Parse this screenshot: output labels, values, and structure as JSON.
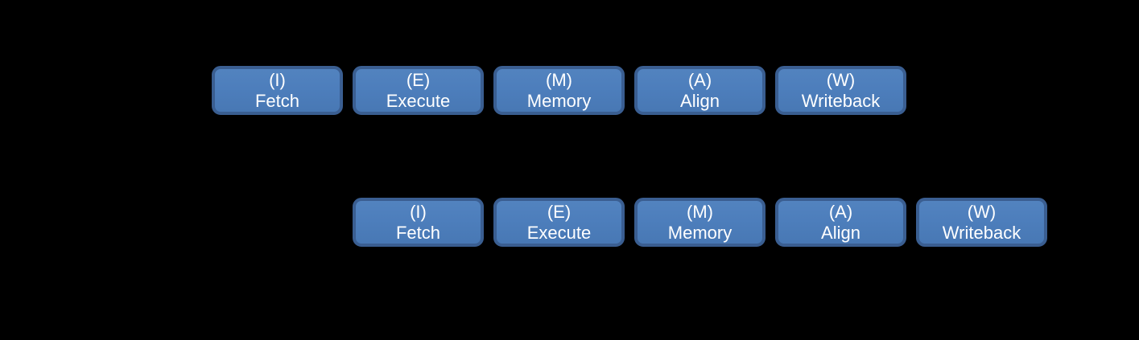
{
  "canvas": {
    "background_color": "#000000"
  },
  "stage_style": {
    "fill_color": "#4d7ebc",
    "border_color": "#3a5e91",
    "text_color": "#ffffff"
  },
  "rows": [
    {
      "id": "instruction-1",
      "stages": [
        {
          "abbr": "(I)",
          "name": "Fetch"
        },
        {
          "abbr": "(E)",
          "name": "Execute"
        },
        {
          "abbr": "(M)",
          "name": "Memory"
        },
        {
          "abbr": "(A)",
          "name": "Align"
        },
        {
          "abbr": "(W)",
          "name": "Writeback"
        }
      ]
    },
    {
      "id": "instruction-2",
      "stages": [
        {
          "abbr": "(I)",
          "name": "Fetch"
        },
        {
          "abbr": "(E)",
          "name": "Execute"
        },
        {
          "abbr": "(M)",
          "name": "Memory"
        },
        {
          "abbr": "(A)",
          "name": "Align"
        },
        {
          "abbr": "(W)",
          "name": "Writeback"
        }
      ]
    }
  ]
}
